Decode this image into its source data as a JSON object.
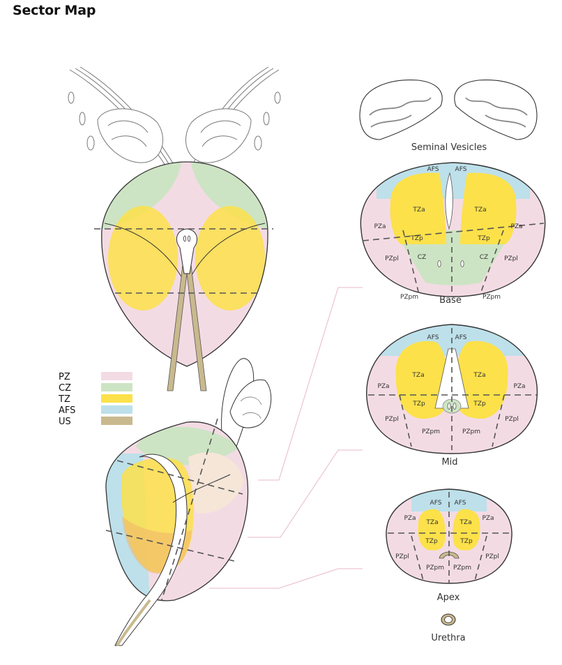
{
  "title": "Sector Map",
  "colors": {
    "PZ": "#f3dbe4",
    "CZ": "#cde4c4",
    "TZ": "#fce14a",
    "AFS": "#bde0ea",
    "US": "#c9b98e"
  },
  "legend": [
    {
      "label": "PZ",
      "color": "#f3dbe4"
    },
    {
      "label": "CZ",
      "color": "#cde4c4"
    },
    {
      "label": "TZ",
      "color": "#fce14a"
    },
    {
      "label": "AFS",
      "color": "#bde0ea"
    },
    {
      "label": "US",
      "color": "#c9b98e"
    }
  ],
  "captions": {
    "seminal_vesicles": "Seminal Vesicles",
    "base": "Base",
    "mid": "Mid",
    "apex": "Apex",
    "urethra": "Urethra"
  },
  "base_labels": {
    "afs_left": "AFS",
    "afs_right": "AFS",
    "tza_left": "TZa",
    "tza_right": "TZa",
    "pza_left": "PZa",
    "pza_right": "PZa",
    "tzp_left": "TZp",
    "tzp_right": "TZp",
    "cz_left": "CZ",
    "cz_right": "CZ",
    "pzpl_left": "PZpl",
    "pzpl_right": "PZpl",
    "pzpm_left": "PZpm",
    "pzpm_right": "PZpm"
  },
  "mid_labels": {
    "afs_left": "AFS",
    "afs_right": "AFS",
    "tza_left": "TZa",
    "tza_right": "TZa",
    "pza_left": "PZa",
    "pza_right": "PZa",
    "tzp_left": "TZp",
    "tzp_right": "TZp",
    "pzpl_left": "PZpl",
    "pzpl_right": "PZpl",
    "pzpm_left": "PZpm",
    "pzpm_right": "PZpm"
  },
  "apex_labels": {
    "afs_left": "AFS",
    "afs_right": "AFS",
    "pza_left": "PZa",
    "pza_right": "PZa",
    "tza_left": "TZa",
    "tza_right": "TZa",
    "tzp_left": "TZp",
    "tzp_right": "TZp",
    "pzpl_left": "PZpl",
    "pzpl_right": "PZpl",
    "pzpm_left": "PZpm",
    "pzpm_right": "PZpm"
  }
}
